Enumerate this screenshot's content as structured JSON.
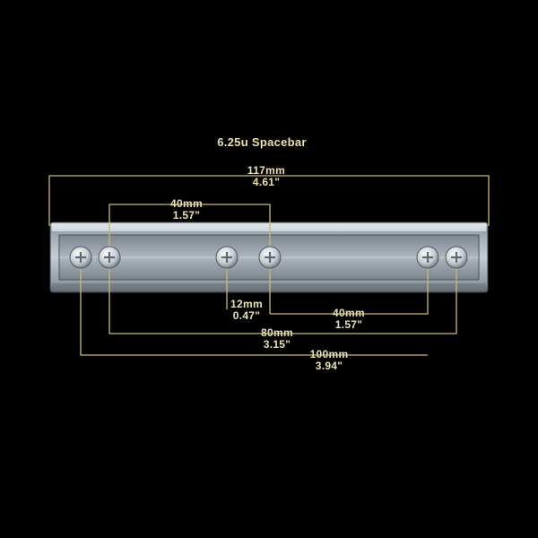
{
  "title": "6.25u Spacebar",
  "dimensions": {
    "overall": {
      "mm": "117mm",
      "inch": "4.61\""
    },
    "top_span": {
      "mm": "40mm",
      "inch": "1.57\""
    },
    "center_gap": {
      "mm": "12mm",
      "inch": "0.47\""
    },
    "right_span": {
      "mm": "40mm",
      "inch": "1.57\""
    },
    "inner_span": {
      "mm": "80mm",
      "inch": "3.15\""
    },
    "outer_span": {
      "mm": "100mm",
      "inch": "3.94\""
    }
  },
  "colors": {
    "background": "#000000",
    "dimension_line": "#c8b870",
    "label_text": "#e8e0b0",
    "bar_body": "#b8c0c8",
    "screw": "#d0d4d8"
  },
  "screw_count": 6,
  "screw_icon": "phillips-screw-icon"
}
